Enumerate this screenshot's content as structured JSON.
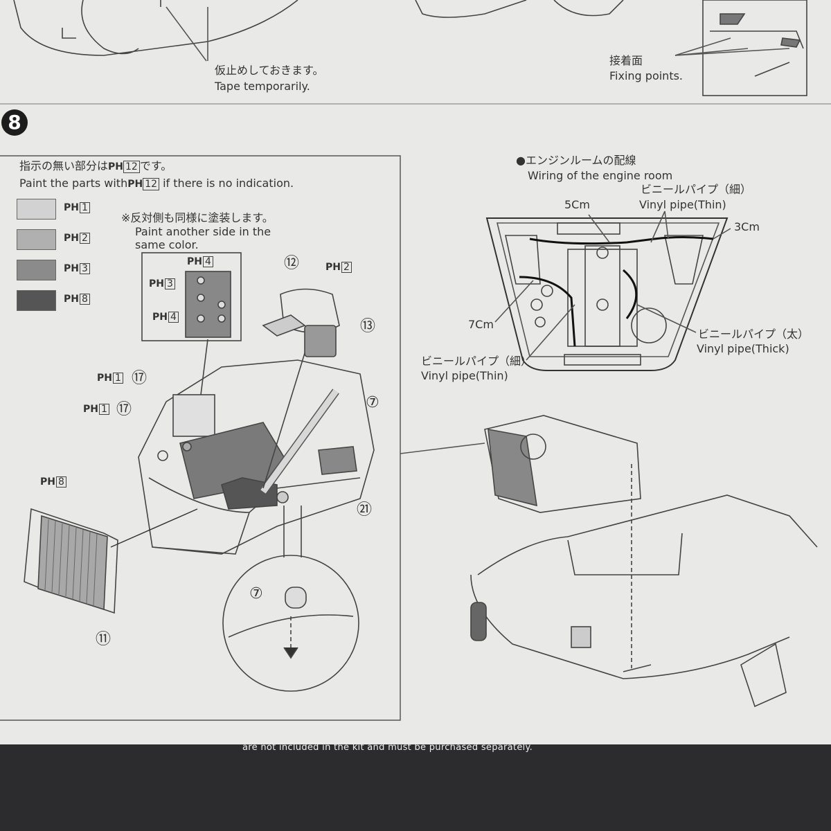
{
  "top": {
    "tape_ja": "仮止めしておきます。",
    "tape_en": "Tape temporarily.",
    "fixing_ja": "接着面",
    "fixing_en": "Fixing points."
  },
  "step": {
    "number": "8"
  },
  "paint_note": {
    "ja_prefix": "指示の無い部分は",
    "ja_suffix": "です。",
    "en_prefix": "Paint the parts with",
    "en_suffix": "if there is no indication.",
    "default_color": "12",
    "ph_label": "PH"
  },
  "legend": [
    {
      "code": "1",
      "color": "#d2d2d2"
    },
    {
      "code": "2",
      "color": "#b0b0b0"
    },
    {
      "code": "3",
      "color": "#8b8b8b"
    },
    {
      "code": "8",
      "color": "#555555"
    }
  ],
  "other_side": {
    "ja": "※反対側も同様に塗装します。",
    "en_1": "Paint another side in the",
    "en_2": "same color."
  },
  "callouts": {
    "ph4_top": "4",
    "ph3": "3",
    "ph4_bottom": "4",
    "ph2": "2",
    "ph1_a": "1",
    "ph1_b": "1",
    "ph8": "8",
    "part_12": "⑫",
    "part_13": "⑬",
    "part_17_a": "⑰",
    "part_17_b": "⑰",
    "part_7": "⑦",
    "part_7_detail": "⑦",
    "part_21": "㉑",
    "part_11": "⑪"
  },
  "wiring": {
    "title_ja": "●エンジンルームの配線",
    "title_en": "Wiring of the engine room",
    "thin_ja_top": "ビニールパイプ（細）",
    "thin_en_top": "Vinyl pipe(Thin)",
    "len_5": "5Cm",
    "len_3": "3Cm",
    "len_7": "7Cm",
    "thick_ja": "ビニールパイプ（太）",
    "thick_en": "Vinyl pipe(Thick)",
    "thin_ja_bottom": "ビニールパイプ（細）",
    "thin_en_bottom": "Vinyl pipe(Thin)"
  },
  "bottom_strip": "are not included in the kit and must be purchased separately."
}
